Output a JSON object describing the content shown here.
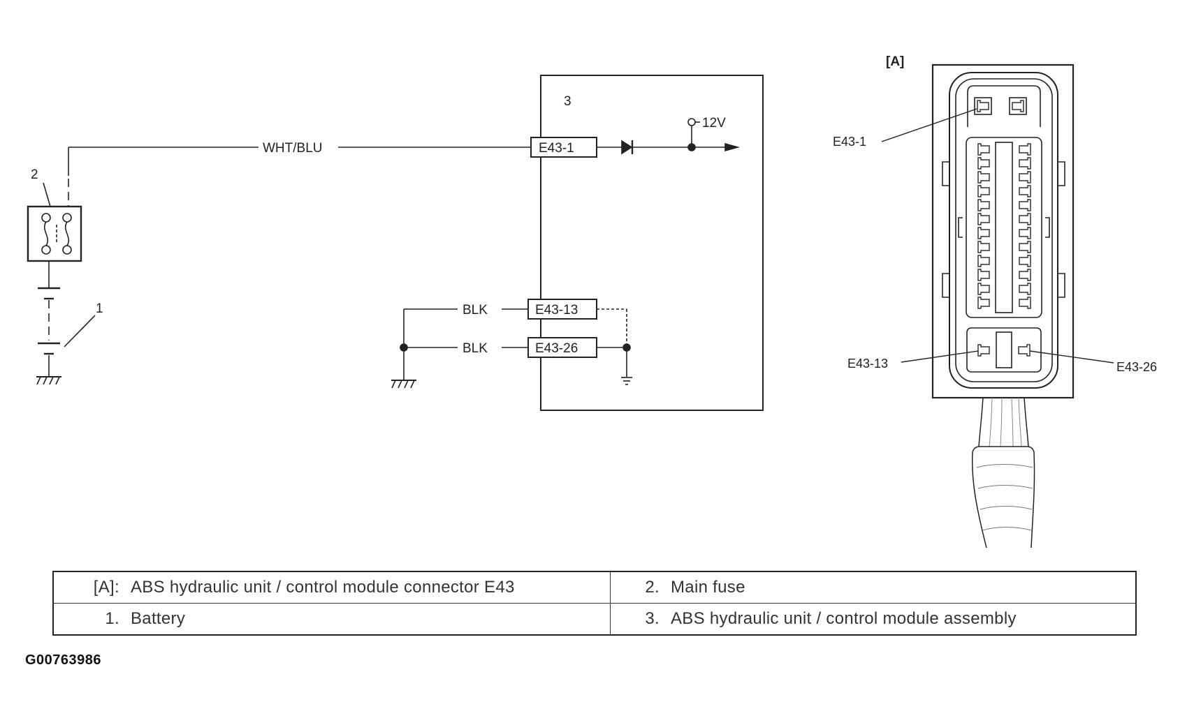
{
  "schematic": {
    "module_number": "3",
    "fuse_number": "2",
    "battery_number": "1",
    "wire_power": "WHT/BLU",
    "wire_ground_1": "BLK",
    "wire_ground_2": "BLK",
    "pin_power": "E43-1",
    "pin_ground_1": "E43-13",
    "pin_ground_2": "E43-26",
    "supply_voltage": "12V"
  },
  "connector_view": {
    "title": "[A]",
    "pin_label_1": "E43-1",
    "pin_label_13": "E43-13",
    "pin_label_26": "E43-26"
  },
  "legend": {
    "rows": [
      [
        {
          "num": "[A]:",
          "text": "ABS hydraulic unit / control module connector E43"
        },
        {
          "num": "2.",
          "text": "Main fuse"
        }
      ],
      [
        {
          "num": "1.",
          "text": "Battery"
        },
        {
          "num": "3.",
          "text": "ABS hydraulic unit / control module assembly"
        }
      ]
    ]
  },
  "figure_id": "G00763986"
}
